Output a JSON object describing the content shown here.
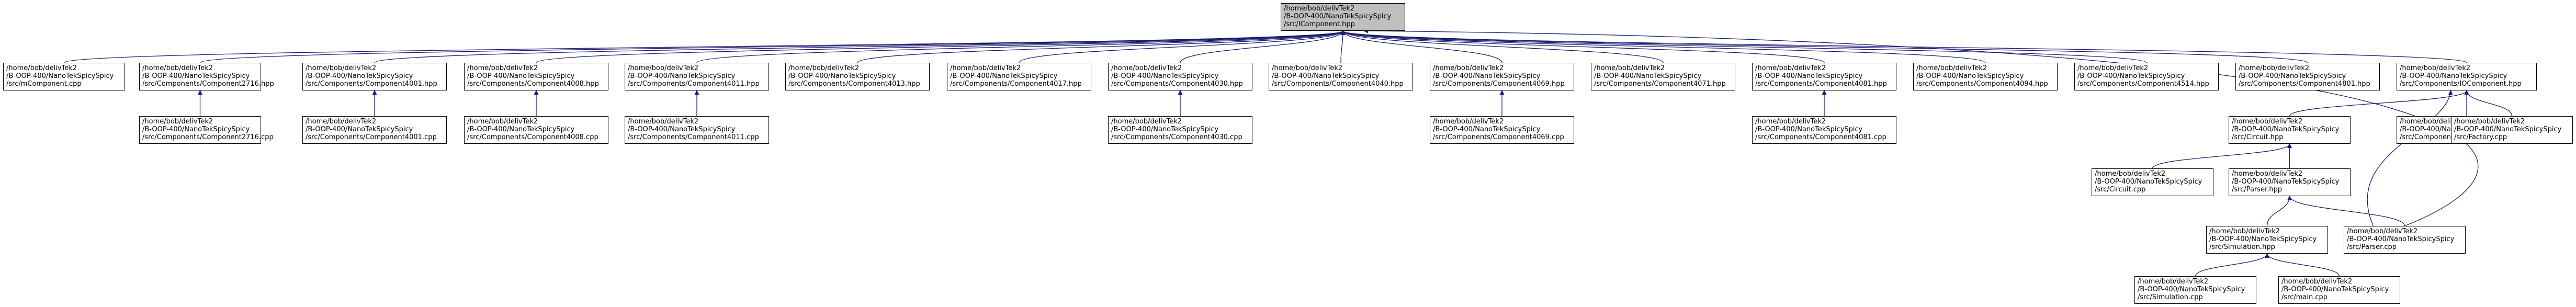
{
  "graph": {
    "edge_color": "#191970",
    "root_fill": "#bfbfbf",
    "nodes": [
      {
        "id": "root",
        "lines": [
          "/home/bob/delivTek2",
          "/B-OOP-400/NanoTekSpicySpicy",
          "/src/IComponent.hpp"
        ],
        "root": true
      },
      {
        "id": "n1",
        "lines": [
          "/home/bob/delivTek2",
          "/B-OOP-400/NanoTekSpicySpicy",
          "/src/mComponent.cpp"
        ]
      },
      {
        "id": "n2",
        "lines": [
          "/home/bob/delivTek2",
          "/B-OOP-400/NanoTekSpicySpicy",
          "/src/Components/Component2716.hpp"
        ]
      },
      {
        "id": "n3",
        "lines": [
          "/home/bob/delivTek2",
          "/B-OOP-400/NanoTekSpicySpicy",
          "/src/Components/Component4001.hpp"
        ]
      },
      {
        "id": "n4",
        "lines": [
          "/home/bob/delivTek2",
          "/B-OOP-400/NanoTekSpicySpicy",
          "/src/Components/Component4008.hpp"
        ]
      },
      {
        "id": "n5",
        "lines": [
          "/home/bob/delivTek2",
          "/B-OOP-400/NanoTekSpicySpicy",
          "/src/Components/Component4011.hpp"
        ]
      },
      {
        "id": "n6",
        "lines": [
          "/home/bob/delivTek2",
          "/B-OOP-400/NanoTekSpicySpicy",
          "/src/Components/Component4013.hpp"
        ]
      },
      {
        "id": "n7",
        "lines": [
          "/home/bob/delivTek2",
          "/B-OOP-400/NanoTekSpicySpicy",
          "/src/Components/Component4017.hpp"
        ]
      },
      {
        "id": "n8",
        "lines": [
          "/home/bob/delivTek2",
          "/B-OOP-400/NanoTekSpicySpicy",
          "/src/Components/Component4030.hpp"
        ]
      },
      {
        "id": "n9",
        "lines": [
          "/home/bob/delivTek2",
          "/B-OOP-400/NanoTekSpicySpicy",
          "/src/Components/Component4040.hpp"
        ]
      },
      {
        "id": "n10",
        "lines": [
          "/home/bob/delivTek2",
          "/B-OOP-400/NanoTekSpicySpicy",
          "/src/Components/Component4069.hpp"
        ]
      },
      {
        "id": "n11",
        "lines": [
          "/home/bob/delivTek2",
          "/B-OOP-400/NanoTekSpicySpicy",
          "/src/Components/Component4071.hpp"
        ]
      },
      {
        "id": "n12",
        "lines": [
          "/home/bob/delivTek2",
          "/B-OOP-400/NanoTekSpicySpicy",
          "/src/Components/Component4081.hpp"
        ]
      },
      {
        "id": "n13",
        "lines": [
          "/home/bob/delivTek2",
          "/B-OOP-400/NanoTekSpicySpicy",
          "/src/Components/Component4094.hpp"
        ]
      },
      {
        "id": "n14",
        "lines": [
          "/home/bob/delivTek2",
          "/B-OOP-400/NanoTekSpicySpicy",
          "/src/Components/Component4514.hpp"
        ]
      },
      {
        "id": "n15",
        "lines": [
          "/home/bob/delivTek2",
          "/B-OOP-400/NanoTekSpicySpicy",
          "/src/Components/Component4801.hpp"
        ]
      },
      {
        "id": "n16",
        "lines": [
          "/home/bob/delivTek2",
          "/B-OOP-400/NanoTekSpicySpicy",
          "/src/Components/IOComponent.hpp"
        ]
      },
      {
        "id": "c2",
        "lines": [
          "/home/bob/delivTek2",
          "/B-OOP-400/NanoTekSpicySpicy",
          "/src/Components/Component2716.cpp"
        ]
      },
      {
        "id": "c3",
        "lines": [
          "/home/bob/delivTek2",
          "/B-OOP-400/NanoTekSpicySpicy",
          "/src/Components/Component4001.cpp"
        ]
      },
      {
        "id": "c4",
        "lines": [
          "/home/bob/delivTek2",
          "/B-OOP-400/NanoTekSpicySpicy",
          "/src/Components/Component4008.cpp"
        ]
      },
      {
        "id": "c5",
        "lines": [
          "/home/bob/delivTek2",
          "/B-OOP-400/NanoTekSpicySpicy",
          "/src/Components/Component4011.cpp"
        ]
      },
      {
        "id": "c8",
        "lines": [
          "/home/bob/delivTek2",
          "/B-OOP-400/NanoTekSpicySpicy",
          "/src/Components/Component4030.cpp"
        ]
      },
      {
        "id": "c10",
        "lines": [
          "/home/bob/delivTek2",
          "/B-OOP-400/NanoTekSpicySpicy",
          "/src/Components/Component4069.cpp"
        ]
      },
      {
        "id": "c12",
        "lines": [
          "/home/bob/delivTek2",
          "/B-OOP-400/NanoTekSpicySpicy",
          "/src/Components/Component4081.cpp"
        ]
      },
      {
        "id": "circuit_hpp",
        "lines": [
          "/home/bob/delivTek2",
          "/B-OOP-400/NanoTekSpicySpicy",
          "/src/Circuit.hpp"
        ]
      },
      {
        "id": "io_cpp",
        "lines": [
          "/home/bob/delivTek2",
          "/B-OOP-400/NanoTekSpicySpicy",
          "/src/Components/IOComponent.cpp"
        ]
      },
      {
        "id": "factory_cpp",
        "lines": [
          "/home/bob/delivTek2",
          "/B-OOP-400/NanoTekSpicySpicy",
          "/src/Factory.cpp"
        ]
      },
      {
        "id": "circuit_cpp",
        "lines": [
          "/home/bob/delivTek2",
          "/B-OOP-400/NanoTekSpicySpicy",
          "/src/Circuit.cpp"
        ]
      },
      {
        "id": "parser_hpp",
        "lines": [
          "/home/bob/delivTek2",
          "/B-OOP-400/NanoTekSpicySpicy",
          "/src/Parser.hpp"
        ]
      },
      {
        "id": "sim_hpp",
        "lines": [
          "/home/bob/delivTek2",
          "/B-OOP-400/NanoTekSpicySpicy",
          "/src/Simulation.hpp"
        ]
      },
      {
        "id": "parser_cpp",
        "lines": [
          "/home/bob/delivTek2",
          "/B-OOP-400/NanoTekSpicySpicy",
          "/src/Parser.cpp"
        ]
      },
      {
        "id": "sim_cpp",
        "lines": [
          "/home/bob/delivTek2",
          "/B-OOP-400/NanoTekSpicySpicy",
          "/src/Simulation.cpp"
        ]
      },
      {
        "id": "main_cpp",
        "lines": [
          "/home/bob/delivTek2",
          "/B-OOP-400/NanoTekSpicySpicy",
          "/src/main.cpp"
        ]
      }
    ],
    "edges": [
      [
        "n1",
        "root"
      ],
      [
        "n2",
        "root"
      ],
      [
        "n3",
        "root"
      ],
      [
        "n4",
        "root"
      ],
      [
        "n5",
        "root"
      ],
      [
        "n6",
        "root"
      ],
      [
        "n7",
        "root"
      ],
      [
        "n8",
        "root"
      ],
      [
        "n9",
        "root"
      ],
      [
        "n10",
        "root"
      ],
      [
        "n11",
        "root"
      ],
      [
        "n12",
        "root"
      ],
      [
        "n13",
        "root"
      ],
      [
        "n14",
        "root"
      ],
      [
        "n15",
        "root"
      ],
      [
        "n16",
        "root"
      ],
      [
        "parser_cpp",
        "root"
      ],
      [
        "c2",
        "n2"
      ],
      [
        "c3",
        "n3"
      ],
      [
        "c4",
        "n4"
      ],
      [
        "c5",
        "n5"
      ],
      [
        "c8",
        "n8"
      ],
      [
        "c10",
        "n10"
      ],
      [
        "c12",
        "n12"
      ],
      [
        "circuit_hpp",
        "n16"
      ],
      [
        "io_cpp",
        "n16"
      ],
      [
        "factory_cpp",
        "n16"
      ],
      [
        "parser_cpp",
        "n16"
      ],
      [
        "circuit_cpp",
        "circuit_hpp"
      ],
      [
        "parser_hpp",
        "circuit_hpp"
      ],
      [
        "sim_hpp",
        "parser_hpp"
      ],
      [
        "parser_cpp",
        "parser_hpp"
      ],
      [
        "sim_cpp",
        "sim_hpp"
      ],
      [
        "main_cpp",
        "sim_hpp"
      ]
    ]
  }
}
